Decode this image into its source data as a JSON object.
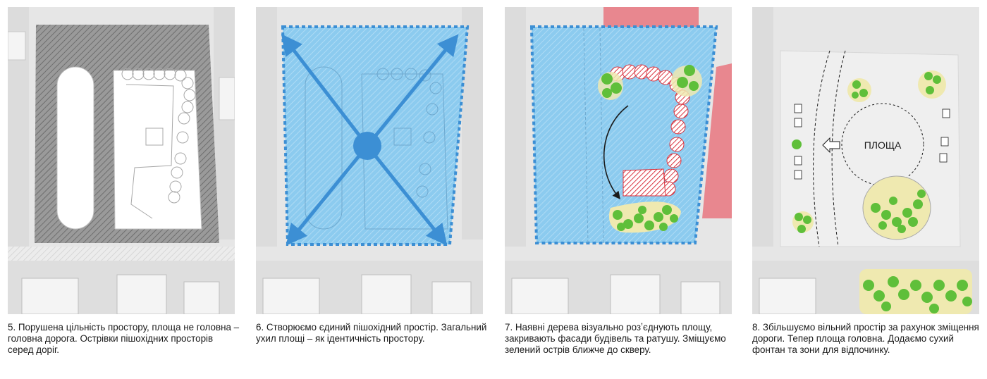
{
  "panels": [
    {
      "caption": "5. Порушена цільність простору, площа не головна – головна дорога. Острівки пішохідних просторів серед доріг."
    },
    {
      "caption": "6. Створюємо єдиний пішохідний простір. Загальний ухил площі – як ідентичність простору."
    },
    {
      "caption": "7. Наявні дерева візуально розʼєднують площу, закривають фасади будівель та ратушу. Зміщуємо зелений острів ближче до скверу."
    },
    {
      "caption": "8. Збільшуємо вільний простір за рахунок зміщення дороги. Тепер площа головна. Додаємо сухий фонтан та зони для відпочинку."
    }
  ],
  "square_label": "ПЛОЩА",
  "colors": {
    "map_gray": "#e4e4e4",
    "road_white": "#ffffff",
    "road_hatch": "#7a7a7a",
    "pedestrian_blue": "#8ccbef",
    "arrow_blue": "#3c8fd4",
    "red_zone": "#e8878f",
    "red_hatch": "#d9333f",
    "tree_green": "#5fbf3a",
    "tree_bg": "#efe9b0",
    "plaza": "#efefef"
  }
}
